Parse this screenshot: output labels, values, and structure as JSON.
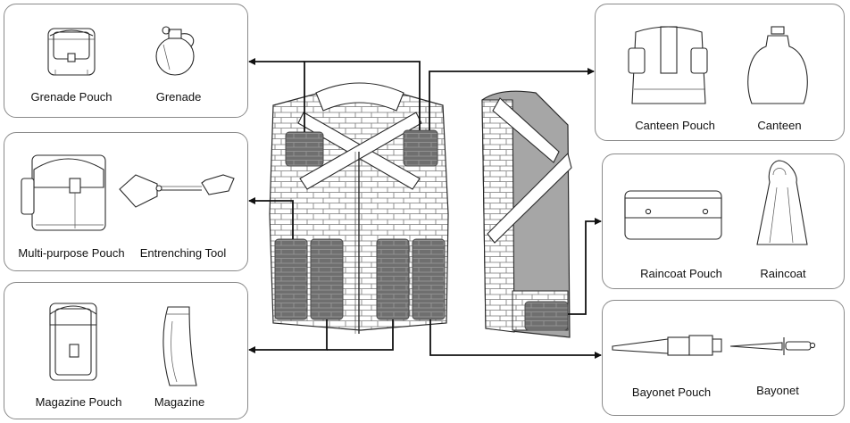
{
  "panels": {
    "grenade": {
      "item1": "Grenade Pouch",
      "item2": "Grenade"
    },
    "multipurpose": {
      "item1": "Multi-purpose Pouch",
      "item2": "Entrenching Tool"
    },
    "magazine": {
      "item1": "Magazine Pouch",
      "item2": "Magazine"
    },
    "canteen": {
      "item1": "Canteen Pouch",
      "item2": "Canteen"
    },
    "raincoat": {
      "item1": "Raincoat Pouch",
      "item2": "Raincoat"
    },
    "bayonet": {
      "item1": "Bayonet Pouch",
      "item2": "Bayonet"
    }
  },
  "icons": {
    "grenade_pouch": "grenade-pouch-icon",
    "grenade": "grenade-icon",
    "multipurpose_pouch": "multipurpose-pouch-icon",
    "entrenching_tool": "entrenching-tool-icon",
    "magazine_pouch": "magazine-pouch-icon",
    "magazine": "magazine-icon",
    "canteen_pouch": "canteen-pouch-icon",
    "canteen": "canteen-icon",
    "raincoat_pouch": "raincoat-pouch-icon",
    "raincoat": "raincoat-icon",
    "bayonet_pouch": "bayonet-pouch-icon",
    "bayonet": "bayonet-icon",
    "vest_front": "vest-front-icon",
    "vest_side": "vest-side-icon"
  },
  "colors": {
    "pouch_fill": "#6f6f6f",
    "panel_border": "#8a8a8a",
    "connector": "#111111"
  }
}
